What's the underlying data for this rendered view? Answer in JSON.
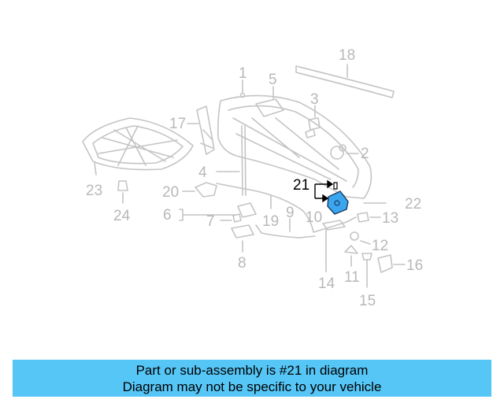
{
  "diagram": {
    "callouts": [
      "1",
      "2",
      "3",
      "4",
      "5",
      "6",
      "7",
      "8",
      "9",
      "10",
      "11",
      "12",
      "13",
      "14",
      "15",
      "16",
      "17",
      "18",
      "19",
      "20",
      "21",
      "22",
      "23",
      "24"
    ],
    "highlighted_callout": "21",
    "colors": {
      "part_lines": "#c4c4c4",
      "callout_text": "#b8b8b8",
      "highlight_fill": "#3aa6f0",
      "highlight_text": "#000000"
    }
  },
  "banner": {
    "line1": "Part or sub-assembly is #21 in diagram",
    "line2": "Diagram may not be specific to your vehicle",
    "background": "#56c6f6"
  }
}
